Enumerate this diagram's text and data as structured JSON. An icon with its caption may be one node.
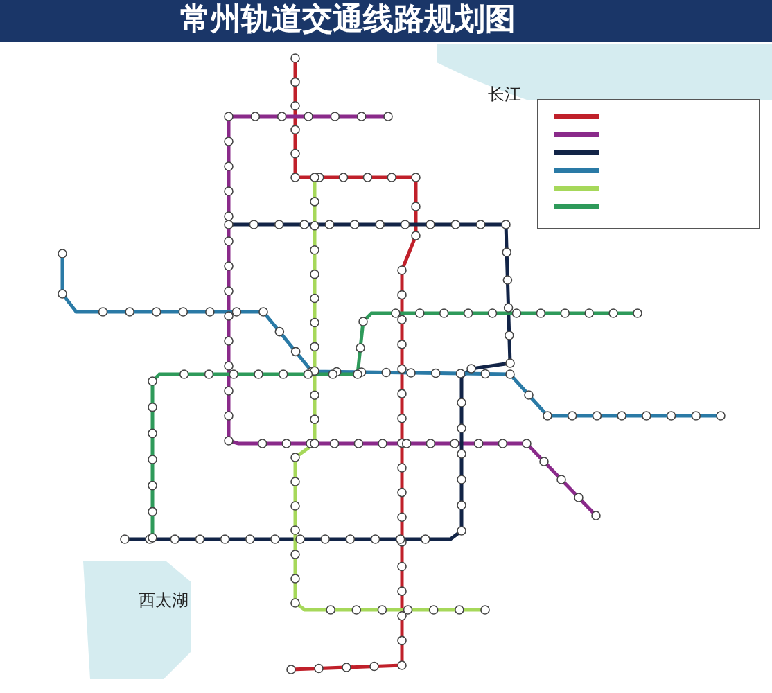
{
  "diagram": {
    "title": "常州轨道交通线路规划图",
    "labels": [
      "长江",
      "西太湖"
    ]
  }
}
